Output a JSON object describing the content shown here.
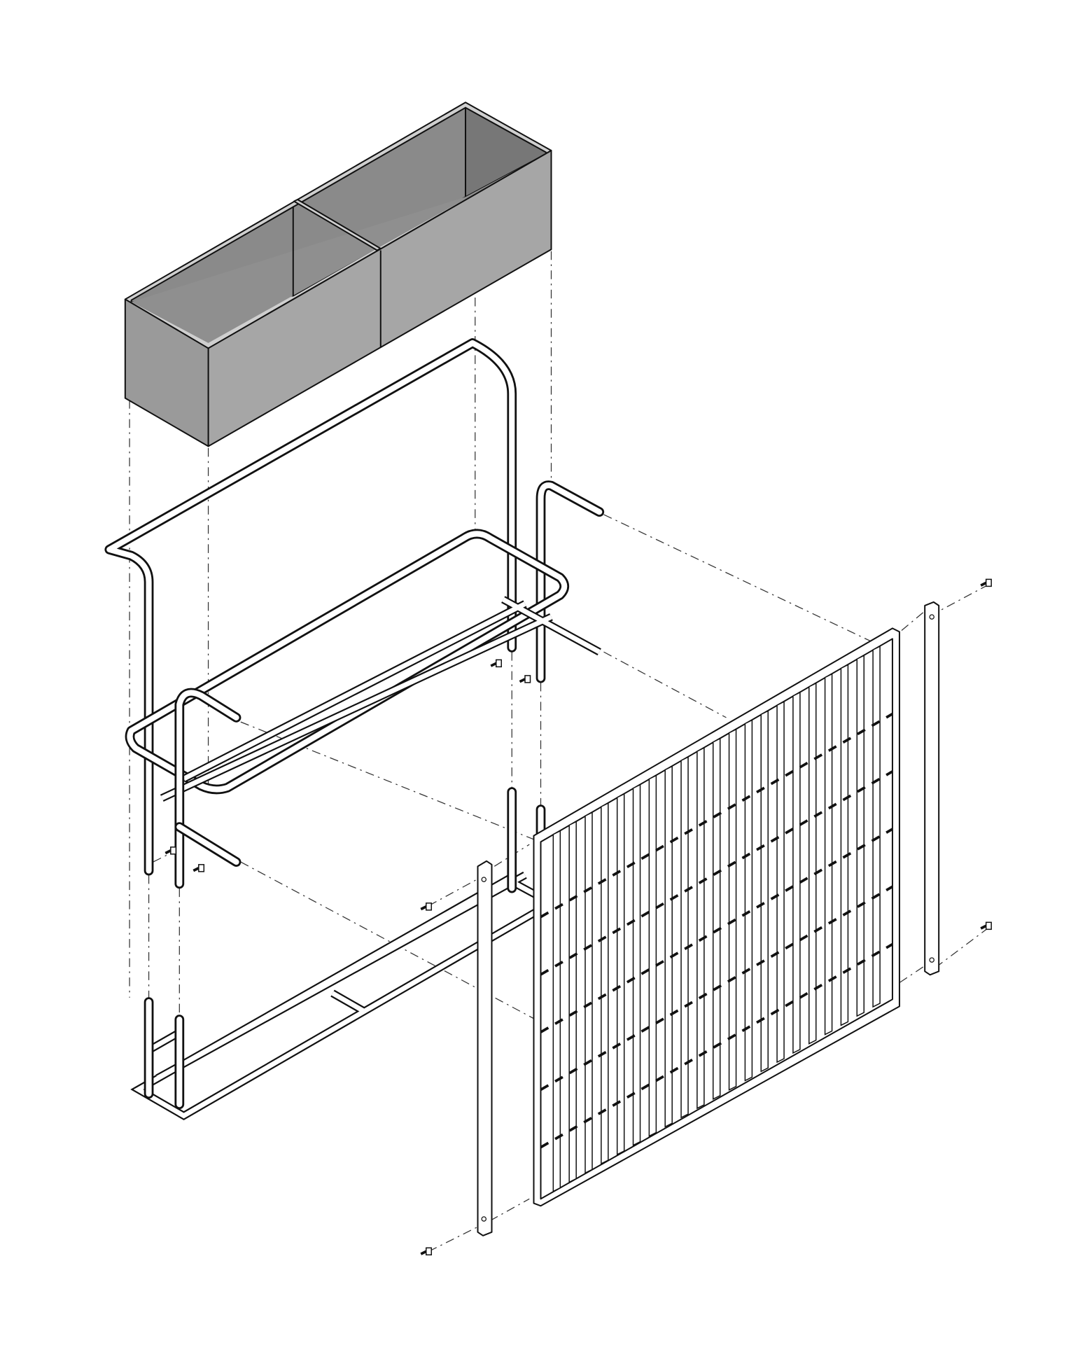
{
  "diagram": {
    "type": "exploded-axonometric-assembly",
    "colors": {
      "line": "#111111",
      "planter_front": "#a6a6a6",
      "planter_inner": "#8c8c8c",
      "planter_rim": "#d0d0d0",
      "background": "#ffffff"
    },
    "parts": [
      "planter-box",
      "upper-tube-frame",
      "rear-hook-tube",
      "middle-tray-frame",
      "front-support-tube",
      "base-frame",
      "grating-panel",
      "left-flat-bar",
      "right-flat-bar",
      "bolts"
    ]
  }
}
